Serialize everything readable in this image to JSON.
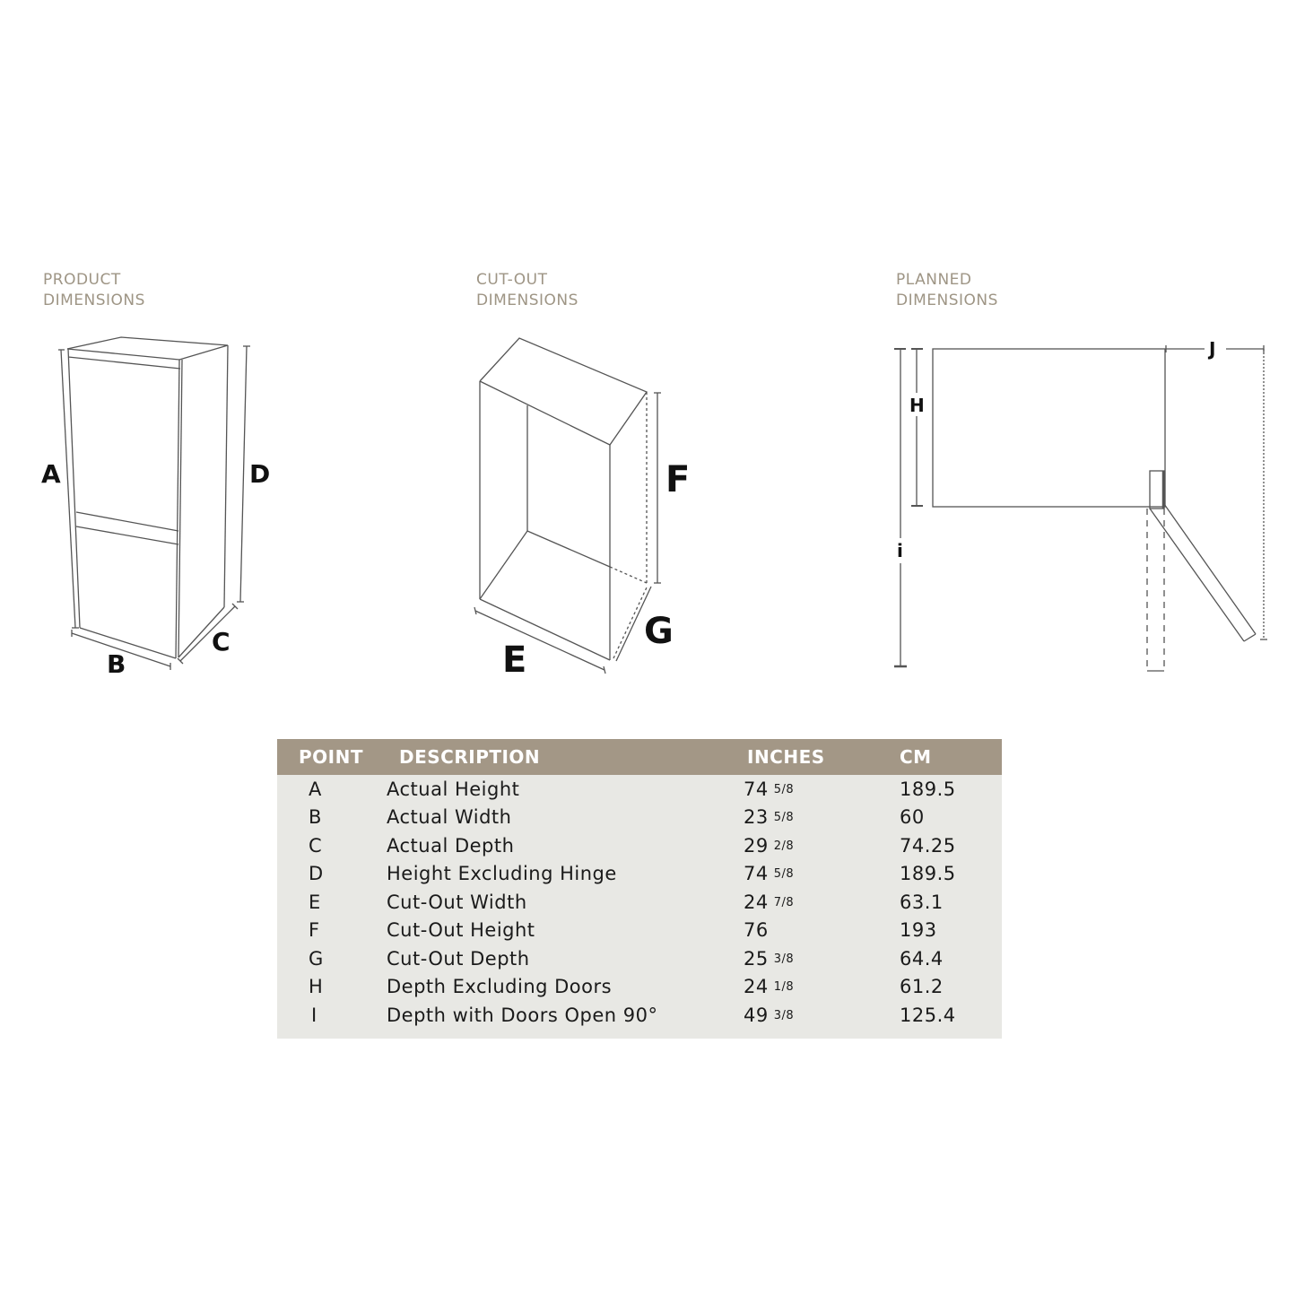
{
  "sections": {
    "product": {
      "title_line1": "PRODUCT",
      "title_line2": "DIMENSIONS"
    },
    "cutout": {
      "title_line1": "CUT-OUT",
      "title_line2": "DIMENSIONS"
    },
    "planned": {
      "title_line1": "PLANNED",
      "title_line2": "DIMENSIONS"
    }
  },
  "labels": {
    "A": "A",
    "B": "B",
    "C": "C",
    "D": "D",
    "E": "E",
    "F": "F",
    "G": "G",
    "H": "H",
    "I": "i",
    "J": "J"
  },
  "table": {
    "headers": {
      "point": "POINT",
      "description": "DESCRIPTION",
      "inches": "INCHES",
      "cm": "CM"
    },
    "rows": [
      {
        "point": "A",
        "description": "Actual Height",
        "inches_whole": "74",
        "inches_frac": "5/8",
        "cm": "189.5"
      },
      {
        "point": "B",
        "description": "Actual Width",
        "inches_whole": "23",
        "inches_frac": "5/8",
        "cm": "60"
      },
      {
        "point": "C",
        "description": "Actual Depth",
        "inches_whole": "29",
        "inches_frac": "2/8",
        "cm": "74.25"
      },
      {
        "point": "D",
        "description": "Height Excluding Hinge",
        "inches_whole": "74",
        "inches_frac": "5/8",
        "cm": "189.5"
      },
      {
        "point": "E",
        "description": "Cut-Out Width",
        "inches_whole": "24",
        "inches_frac": "7/8",
        "cm": "63.1"
      },
      {
        "point": "F",
        "description": "Cut-Out Height",
        "inches_whole": "76",
        "inches_frac": "",
        "cm": "193"
      },
      {
        "point": "G",
        "description": "Cut-Out Depth",
        "inches_whole": "25",
        "inches_frac": "3/8",
        "cm": "64.4"
      },
      {
        "point": "H",
        "description": "Depth Excluding Doors",
        "inches_whole": "24",
        "inches_frac": "1/8",
        "cm": "61.2"
      },
      {
        "point": "I",
        "description": "Depth with Doors Open 90°",
        "inches_whole": "49",
        "inches_frac": "3/8",
        "cm": "125.4"
      }
    ]
  },
  "colors": {
    "title_text": "#9e9585",
    "header_bg": "#a39786",
    "table_bg": "#e8e8e4",
    "line": "#555555"
  }
}
